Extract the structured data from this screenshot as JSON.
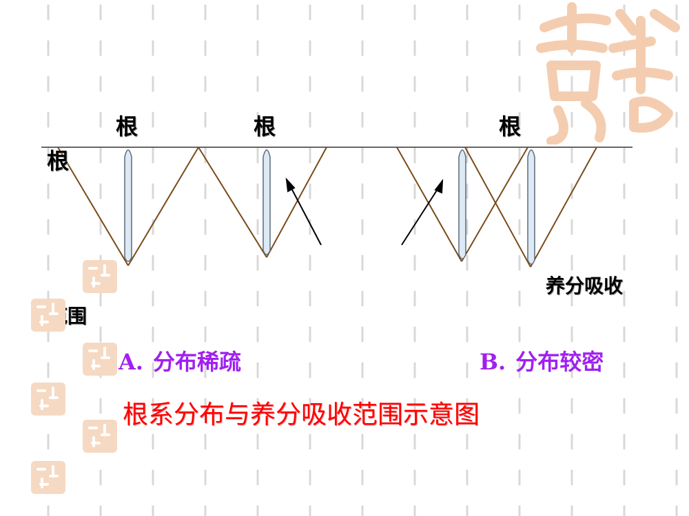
{
  "labels": {
    "root_top_1": "根",
    "root_top_2": "根",
    "root_top_3": "根",
    "root_left": "根",
    "absorb": "养分吸收",
    "scope": "范围"
  },
  "options": {
    "a_letter": "A.",
    "a_text": "分布稀疏",
    "b_letter": "B.",
    "b_text": "分布较密"
  },
  "caption": "根系分布与养分吸收范围示意图",
  "colors": {
    "absorption_lines": "#7a4a1a",
    "root_fill": "#dde9f4",
    "root_stroke": "#5a6a7a",
    "option_text": "#a020f0",
    "caption_text": "#ff0000",
    "seal": "#f6d9c2",
    "grid_dash": "#d8d8d8"
  },
  "icons": {
    "watermark": "auspicious-seal-icon",
    "bullet": "small-seal-icon"
  }
}
